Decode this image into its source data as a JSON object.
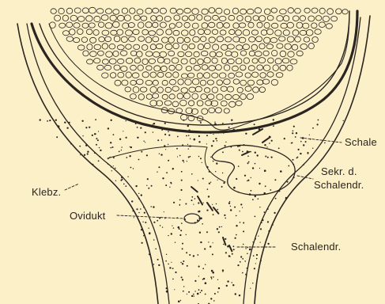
{
  "labels": {
    "schale": "Schale",
    "sekr_line1": "Sekr. d.",
    "sekr_line2": "Schalendr.",
    "klebz": "Klebz.",
    "ovidukt": "Ovidukt",
    "schalendr": "Schalendr."
  },
  "colors": {
    "paper": "#fcf0c8",
    "ink": "#2a2520"
  }
}
